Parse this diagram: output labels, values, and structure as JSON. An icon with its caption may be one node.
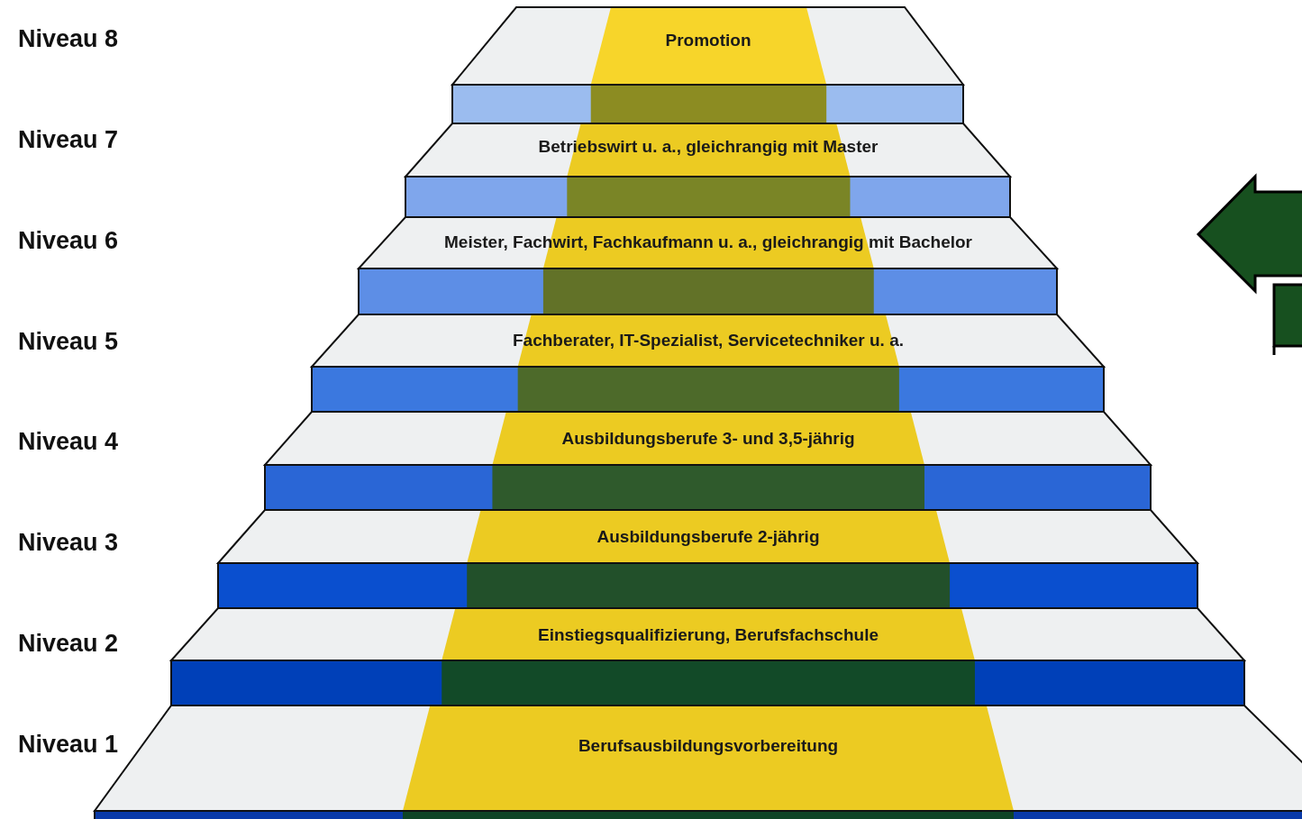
{
  "diagram": {
    "nodes": [
      {
        "text": [
          "Promotion"
        ]
      },
      {
        "text": [
          "Betriebswirt u. a., gleichrangig mit Master"
        ]
      },
      {
        "text": [
          "Meister, Fachwirt, Fachkaufmann u. a., gleichrangig mit Bachelor"
        ]
      },
      {
        "text": [
          "Fachberater, IT-Spezialist, Servicetechniker u. a."
        ]
      },
      {
        "text": [
          "Ausbildungsberufe 3- und 3,5-jährig"
        ]
      },
      {
        "text": [
          "Ausbildungsberufe 2-jährig"
        ]
      },
      {
        "text": [
          "Einstiegsqualifizierung, Berufsfachschule"
        ]
      },
      {
        "text": [
          "Berufsausbildungsvorbereitung"
        ]
      }
    ],
    "labels": [
      "Niveau 8",
      "Niveau 7",
      "Niveau 6",
      "Niveau 5",
      "Niveau 4",
      "Niveau 3",
      "Niveau 2",
      "Niveau 1"
    ]
  }
}
